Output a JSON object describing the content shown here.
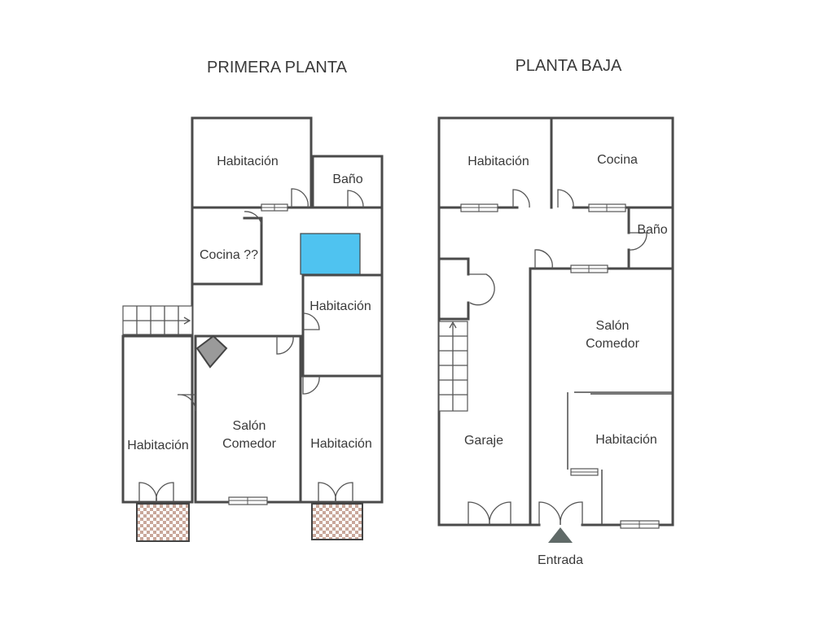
{
  "titles": {
    "left": "PRIMERA PLANTA",
    "right": "PLANTA BAJA"
  },
  "primera_planta": {
    "habitacion_top": "Habitación",
    "bano": "Baño",
    "cocina": "Cocina ??",
    "habitacion_mid_right": "Habitación",
    "habitacion_left": "Habitación",
    "salon_line1": "Salón",
    "salon_line2": "Comedor",
    "habitacion_bottom_right": "Habitación"
  },
  "planta_baja": {
    "habitacion_top": "Habitación",
    "cocina": "Cocina",
    "bano": "Baño",
    "salon_line1": "Salón",
    "salon_line2": "Comedor",
    "habitacion": "Habitación",
    "garaje": "Garaje",
    "entrada": "Entrada"
  },
  "colors": {
    "wall": "#4a4a4a",
    "pool": "#4fc3f0",
    "chimney": "#9a9a9a",
    "terrace_tile_a": "#c9a79a",
    "terrace_tile_b": "#ffffff",
    "entrance_marker": "#606a68"
  }
}
